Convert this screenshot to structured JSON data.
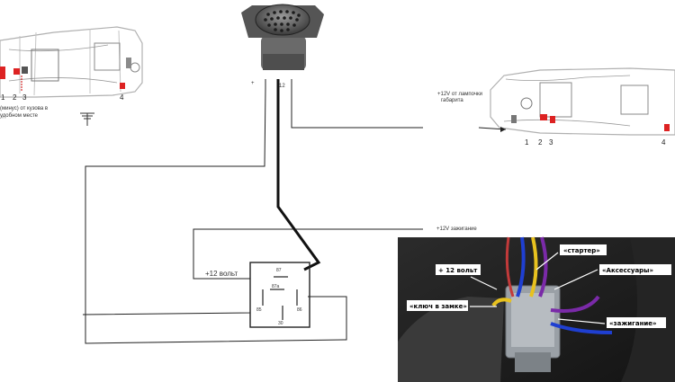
{
  "connector": {
    "pin_plus": "+",
    "pin_12": "12"
  },
  "left_car": {
    "numbers": [
      "1",
      "2",
      "3",
      "4"
    ],
    "note_line1": "(минус) от кузова в",
    "note_line2": "удобном месте"
  },
  "right_car": {
    "numbers": [
      "1",
      "2",
      "3",
      "4"
    ],
    "note_line1": "+12V от лампочки",
    "note_line2": "габарита"
  },
  "wiring": {
    "ignition_label": "+12V зажигание",
    "plus12_label": "+12 вольт"
  },
  "relay": {
    "pin_87": "87",
    "pin_87a": "87a",
    "pin_85": "85",
    "pin_86": "86",
    "pin_30": "30"
  },
  "photo": {
    "label_starter": "«стартер»",
    "label_plus12": "+ 12 вольт",
    "label_accessories": "«Аксессуары»",
    "label_key": "«ключ в замке»",
    "label_ignition": "«зажигание»"
  }
}
